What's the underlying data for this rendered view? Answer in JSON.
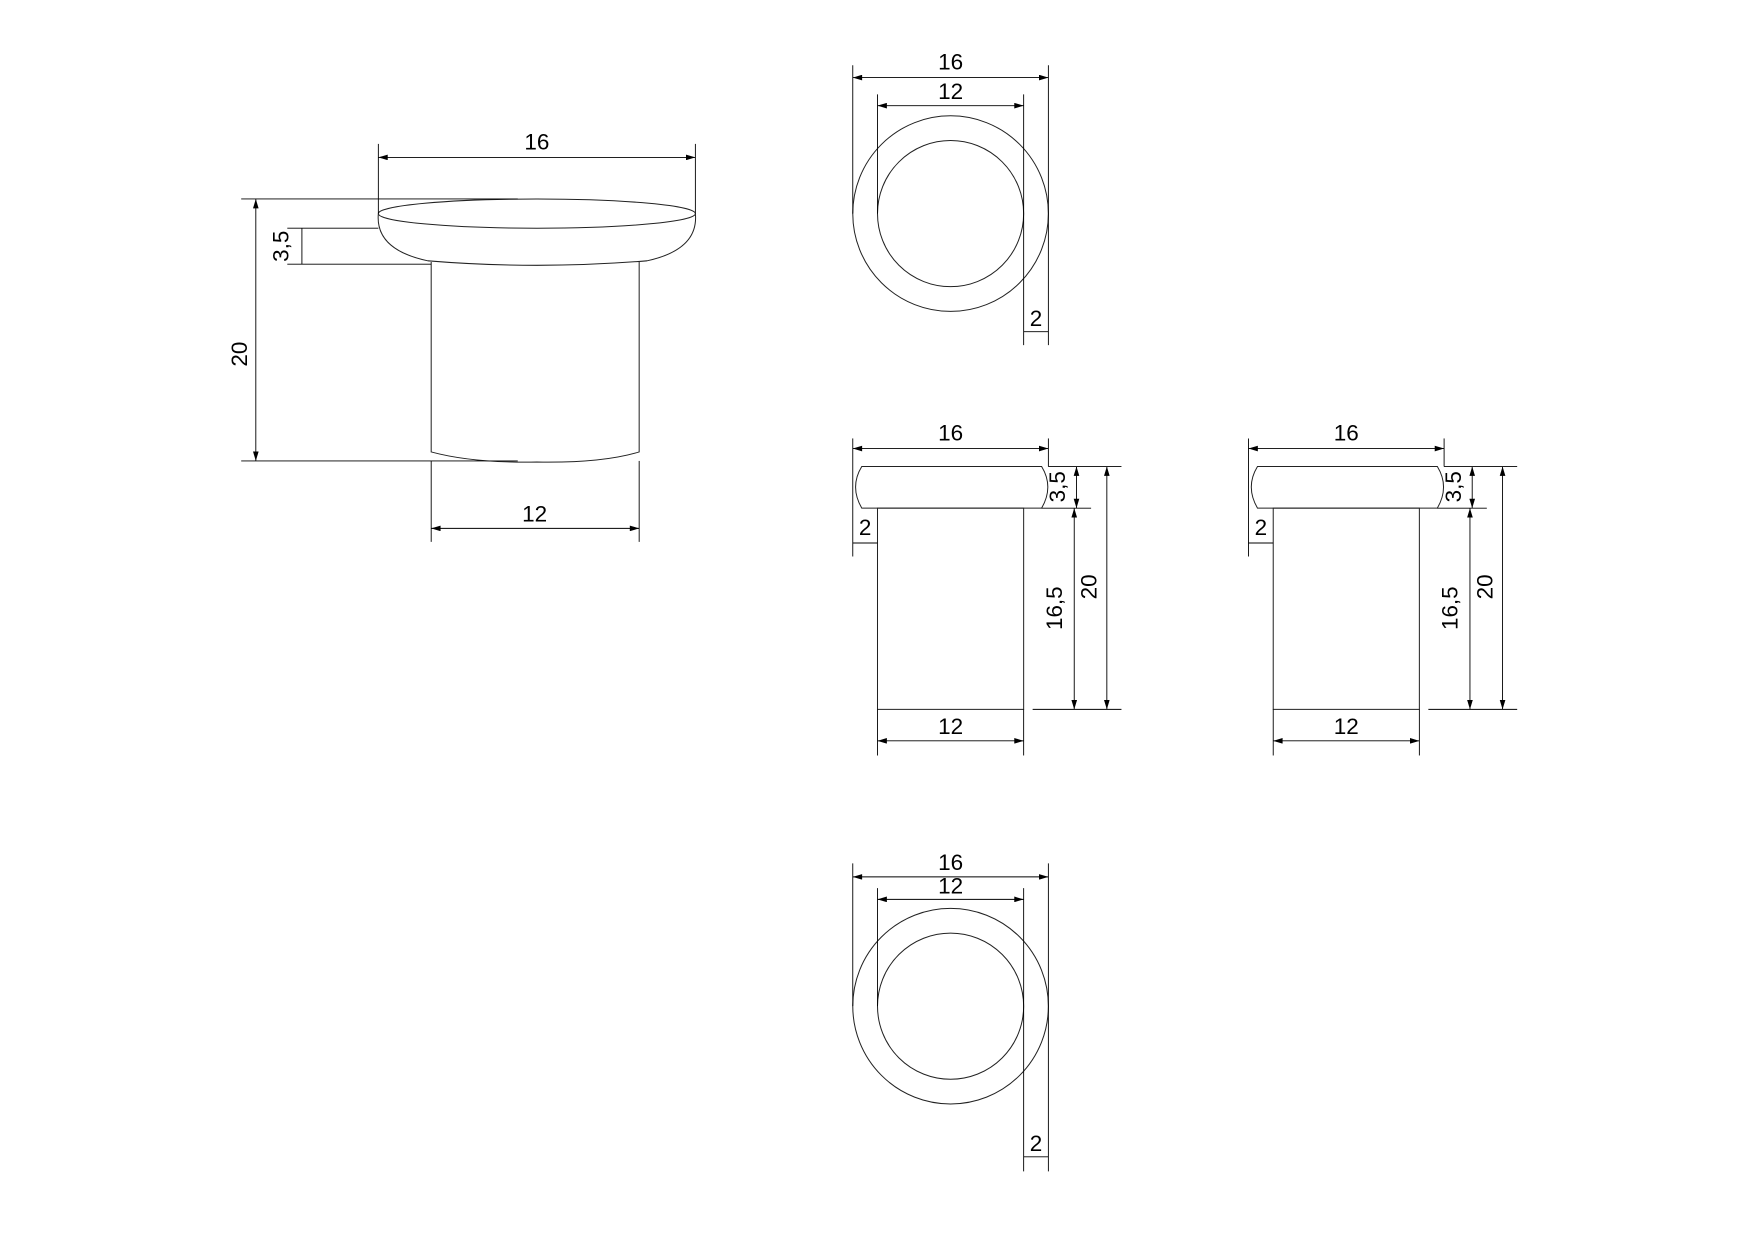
{
  "drawing": {
    "perspective_view": {
      "flange_diameter": "16",
      "flange_height": "3,5",
      "total_height": "20",
      "body_diameter": "12"
    },
    "top_view": {
      "outer_diameter": "16",
      "inner_diameter": "12",
      "wall": "2"
    },
    "front_view": {
      "flange_diameter": "16",
      "flange_height": "3,5",
      "overhang": "2",
      "body_height": "16,5",
      "total_height": "20",
      "body_diameter": "12"
    },
    "side_view": {
      "flange_diameter": "16",
      "flange_height": "3,5",
      "overhang": "2",
      "body_height": "16,5",
      "total_height": "20",
      "body_diameter": "12"
    },
    "bottom_view": {
      "outer_diameter": "16",
      "inner_diameter": "12",
      "wall": "2"
    }
  }
}
